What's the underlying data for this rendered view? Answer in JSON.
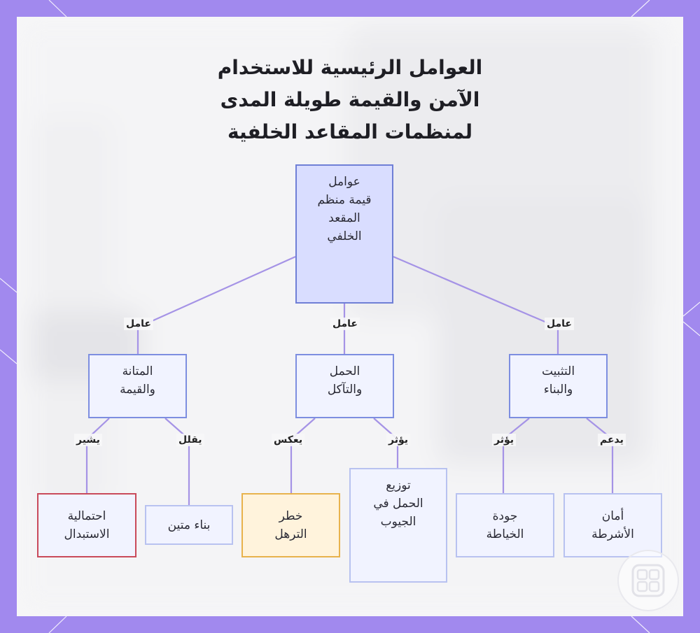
{
  "title_lines": [
    "العوامل الرئيسية للاستخدام",
    "الآمن والقيمة طويلة المدى",
    "لمنظمات المقاعد الخلفية"
  ],
  "nodes": {
    "root": "عوامل\nقيمة منظم\nالمقعد\nالخلفي",
    "durability": "المتانة\nوالقيمة",
    "load": "الحمل\nوالتآكل",
    "installation": "التثبيت\nوالبناء",
    "replacement": "احتمالية\nالاستبدال",
    "solid_build": "بناء متين",
    "sagging": "خطر\nالترهل",
    "pocket_load": "توزيع\nالحمل في\nالجيوب",
    "stitching": "جودة\nالخياطة",
    "strap_safety": "أمان\nالأشرطة"
  },
  "edge_labels": {
    "factor_left": "عامل",
    "factor_mid": "عامل",
    "factor_right": "عامل",
    "indicates": "يشير",
    "reduces": "يقلل",
    "reflects": "يعكس",
    "affects_load": "يؤثر",
    "affects_stitch": "يؤثر",
    "supports": "يدعم"
  },
  "colors": {
    "edge": "#a593e6",
    "root_fill": "#d9ddff",
    "node_fill": "#f1f3ff",
    "alert_border": "#c94a5a",
    "warning_fill": "#fff3dc",
    "frame": "#a189ee"
  },
  "logo_icon": "grid-logo-icon"
}
